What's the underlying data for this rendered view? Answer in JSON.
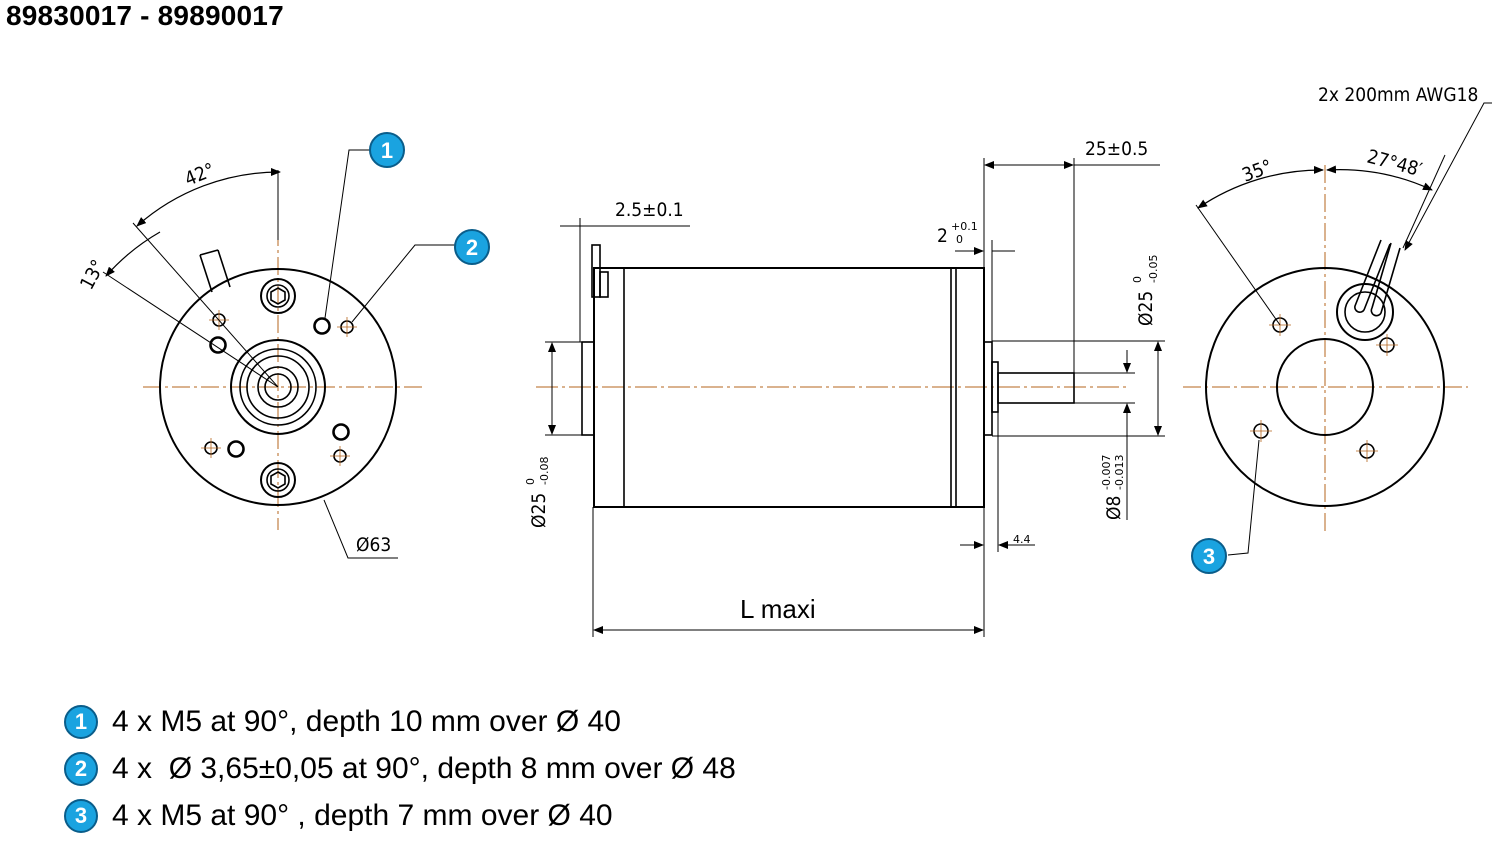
{
  "title": "89830017 - 89890017",
  "colors": {
    "callout_fill": "#1aa3e0",
    "callout_stroke": "#0a5d8a",
    "centerline": "#b5651d",
    "line": "#000000"
  },
  "callouts": [
    "1",
    "2",
    "3"
  ],
  "dimensions": {
    "angle_42": "42°",
    "angle_13": "13°",
    "dia_63": "Ø63",
    "flange_thickness": "2.5±0.1",
    "shaft_length": "25±0.5",
    "pilot_depth": "2",
    "pilot_tol_upper": "+0.1",
    "pilot_tol_lower": "0",
    "pilot_dia_right": "Ø25",
    "pilot_dia_right_tol_upper": "0",
    "pilot_dia_right_tol_lower": "-0.05",
    "pilot_dia_left": "Ø25",
    "pilot_dia_left_tol_upper": "0",
    "pilot_dia_left_tol_lower": "-0.08",
    "shaft_dia": "Ø8",
    "shaft_dia_tol_upper": "-0.007",
    "shaft_dia_tol_lower": "-0.013",
    "collar": "4.4",
    "length": "L maxi",
    "wires": "2x 200mm AWG18",
    "angle_35": "35°",
    "angle_27": "27°48′"
  },
  "notes": [
    {
      "number": "1",
      "text": "4 x M5 at 90°, depth 10 mm over Ø 40"
    },
    {
      "number": "2",
      "text": "4 x  Ø 3,65±0,05 at 90°, depth 8 mm over Ø 48"
    },
    {
      "number": "3",
      "text": "4 x M5 at 90° , depth 7 mm over Ø 40"
    }
  ]
}
